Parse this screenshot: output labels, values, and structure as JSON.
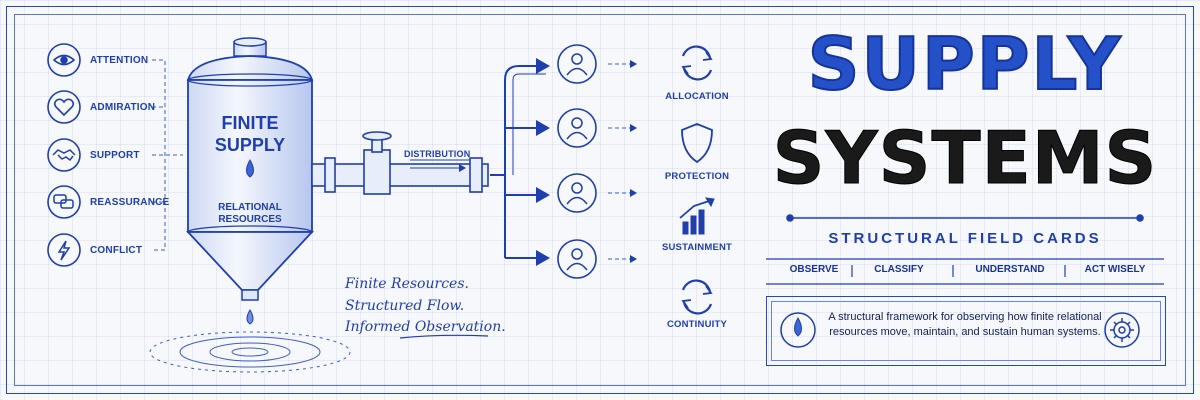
{
  "inputs": [
    {
      "label": "ATTENTION",
      "icon": "eye-icon"
    },
    {
      "label": "ADMIRATION",
      "icon": "heart-icon"
    },
    {
      "label": "SUPPORT",
      "icon": "handshake-icon"
    },
    {
      "label": "REASSURANCE",
      "icon": "chat-bubbles-icon"
    },
    {
      "label": "CONFLICT",
      "icon": "lightning-icon"
    }
  ],
  "tank": {
    "title_line1": "FINITE",
    "title_line2": "SUPPLY",
    "subtitle_line1": "RELATIONAL",
    "subtitle_line2": "RESOURCES"
  },
  "distribution_label": "DISTRIBUTION",
  "handwritten": [
    "Finite Resources.",
    "Structured Flow.",
    "Informed Observation."
  ],
  "functions": [
    {
      "label": "ALLOCATION",
      "icon": "cycle-arrows-icon"
    },
    {
      "label": "PROTECTION",
      "icon": "shield-icon"
    },
    {
      "label": "SUSTAINMENT",
      "icon": "growth-chart-icon"
    },
    {
      "label": "CONTINUITY",
      "icon": "cycle-arrows-icon"
    }
  ],
  "title": {
    "line1": "SUPPLY",
    "line2": "SYSTEMS"
  },
  "subtitle": "STRUCTURAL FIELD CARDS",
  "steps": [
    "OBSERVE",
    "CLASSIFY",
    "UNDERSTAND",
    "ACT WISELY"
  ],
  "description": "A structural framework for observing how finite relational resources move, maintain, and sustain human systems.",
  "colors": {
    "accent": "#1f3fae",
    "ink": "#1a1a1a",
    "paper": "#f6f8fc"
  }
}
